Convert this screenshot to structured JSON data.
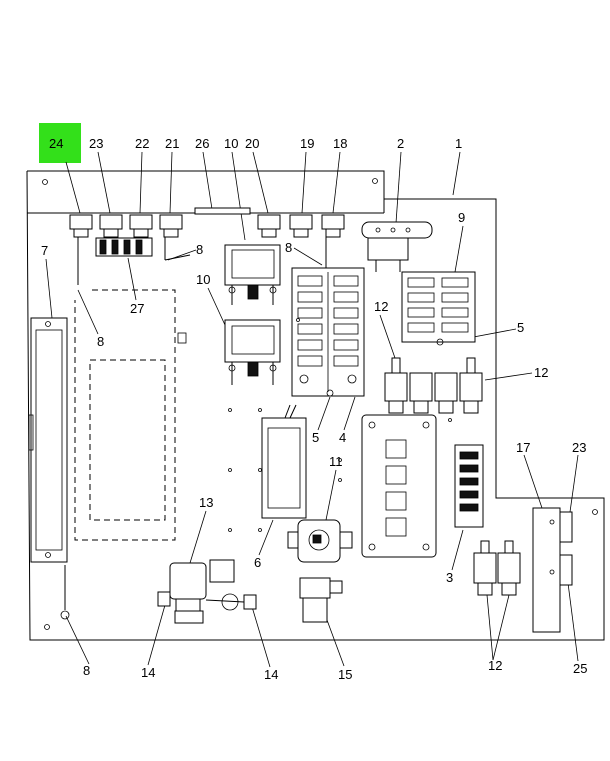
{
  "highlight": {
    "label": "24",
    "color": "#33e01a"
  },
  "callouts": [
    "23",
    "22",
    "21",
    "26",
    "10",
    "20",
    "19",
    "18",
    "2",
    "1",
    "9",
    "7",
    "8",
    "8",
    "27",
    "8",
    "10",
    "12",
    "5",
    "12",
    "5",
    "4",
    "17",
    "23",
    "11",
    "13",
    "6",
    "3",
    "14",
    "14",
    "15",
    "12",
    "25",
    "8"
  ],
  "colors": {
    "line": "#000000",
    "paper": "#ffffff"
  }
}
